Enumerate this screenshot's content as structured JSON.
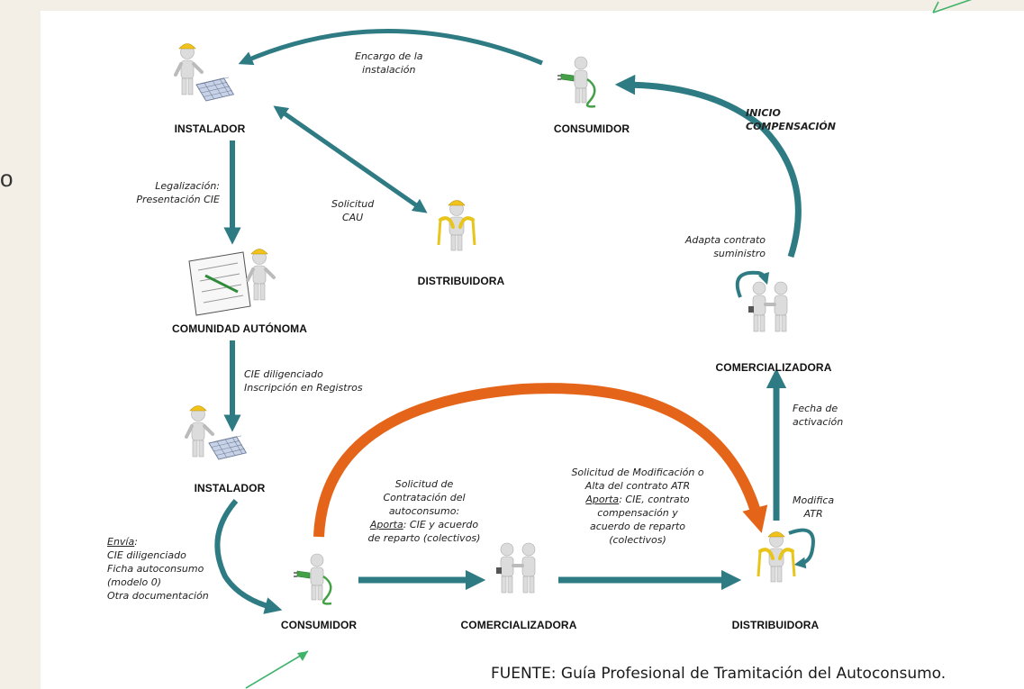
{
  "stray_text": "o",
  "actors": {
    "instalador_top": "INSTALADOR",
    "consumidor_top": "CONSUMIDOR",
    "distribuidora_top": "DISTRIBUIDORA",
    "comunidad": "COMUNIDAD AUTÓNOMA",
    "instalador_mid": "INSTALADOR",
    "comercializadora_right": "COMERCIALIZADORA",
    "consumidor_bottom": "CONSUMIDOR",
    "comercializadora_bottom": "COMERCIALIZADORA",
    "distribuidora_bottom": "DISTRIBUIDORA"
  },
  "notes": {
    "encargo": [
      "Encargo de la",
      "instalación"
    ],
    "inicio": [
      "INICIO",
      "COMPENSACIÓN"
    ],
    "legalizacion": [
      "Legalización:",
      "Presentación CIE"
    ],
    "solicitud_cau": [
      "Solicitud",
      "CAU"
    ],
    "adapta": [
      "Adapta contrato",
      "suministro"
    ],
    "cie_dil": [
      "CIE diligenciado",
      "Inscripción en Registros"
    ],
    "fecha": [
      "Fecha de",
      "activación"
    ],
    "modifica": [
      "Modifica",
      "ATR"
    ],
    "envia": {
      "head": "Envía",
      "lines": [
        "CIE diligenciado",
        "Ficha autoconsumo",
        "(modelo 0)",
        "Otra documentación"
      ]
    },
    "contratacion": {
      "lines": [
        "Solicitud de",
        "Contratación del",
        "autoconsumo:"
      ],
      "aporta_head": "Aporta",
      "aporta_rest": ": CIE y acuerdo",
      "tail": "de reparto (colectivos)"
    },
    "modificacion": {
      "lines": [
        "Solicitud de Modificación o",
        "Alta del contrato ATR"
      ],
      "aporta_head": "Aporta",
      "aporta_rest": ": CIE, contrato",
      "tail": [
        "compensación y",
        "acuerdo de reparto",
        "(colectivos)"
      ]
    }
  },
  "source": "FUENTE: Guía Profesional de Tramitación del Autoconsumo.",
  "colors": {
    "teal_arrow": "#2e7b84",
    "orange_arrow": "#e4651a",
    "green_arrow": "#3fb36a",
    "helmet": "#f1c21b",
    "figure": "#dcdcdc",
    "plug_green": "#43a047",
    "distrib_yellow": "#e8c51a",
    "background": "#f3efe6"
  }
}
